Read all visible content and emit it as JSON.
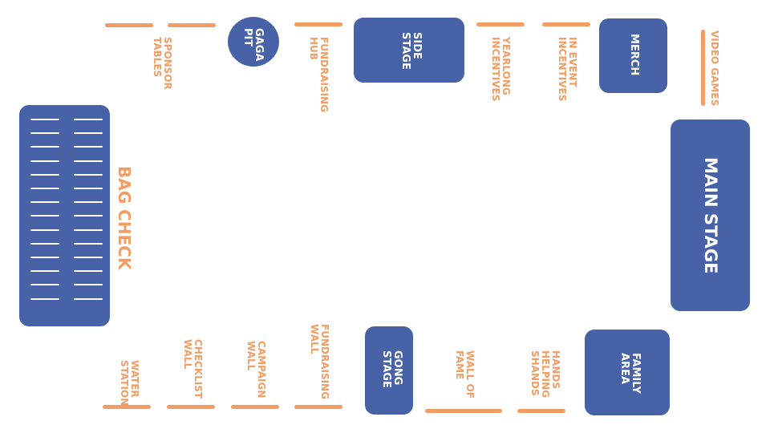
{
  "zones": {
    "sponsor_tables": "SPONSOR TABLES",
    "gaga_pit": "GAGA PIT",
    "fundraising_hub": "FUNDRAISING HUB",
    "side_stage": "SIDE STAGE",
    "yearlong_incentives": "YEARLONG INCENTIVES",
    "in_event_incentives": "IN EVENT INCENTIVES",
    "merch": "MERCH",
    "video_games": "VIDEO GAMES",
    "bag_check": "BAG CHECK",
    "main_stage": "MAIN STAGE",
    "water_station": "WATER STATION",
    "checklist_wall": "CHECKLIST WALL",
    "campaign_wall": "CAMPAIGN WALL",
    "fundraising_wall": "FUNDRAISING WALL",
    "gong_stage": "GONG STAGE",
    "wall_of_fame": "WALL OF FAME",
    "hands_helping_shands": "HANDS HELPING SHANDS",
    "family_area": "FAMILY AREA"
  },
  "colors": {
    "area_fill": "#4862a8",
    "label_and_table": "#f19d63",
    "background": "#ffffff"
  }
}
